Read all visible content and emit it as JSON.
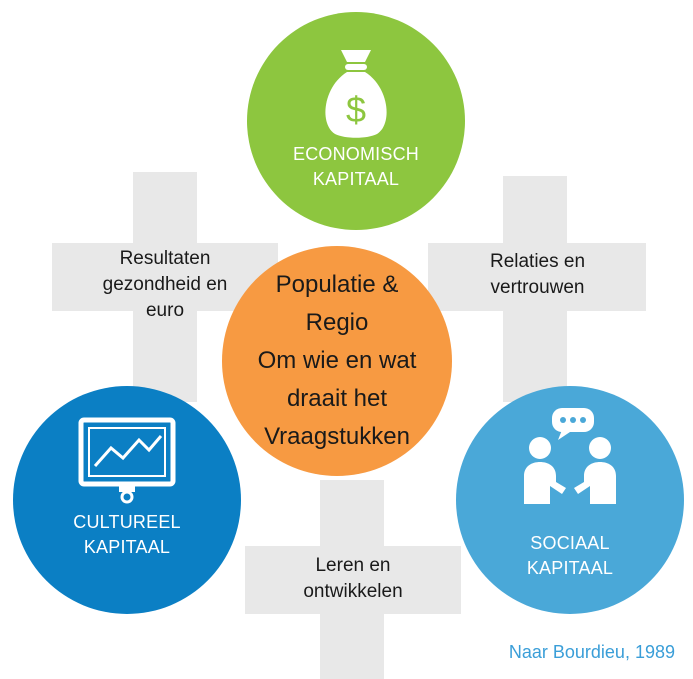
{
  "colors": {
    "economic": "#8dc63f",
    "cultural": "#0b7fc4",
    "social": "#4aa8d8",
    "center": "#f79a42",
    "cross": "#e8e8e8",
    "source": "#3a9ed8"
  },
  "economic": {
    "icon": "money-bag-icon",
    "glyph": "$",
    "line1": "ECONOMISCH",
    "line2": "KAPITAAL"
  },
  "cultural": {
    "icon": "monitor-chart-icon",
    "line1": "CULTUREEL",
    "line2": "KAPITAAL"
  },
  "social": {
    "icon": "people-talking-icon",
    "line1": "SOCIAAL",
    "line2": "KAPITAAL"
  },
  "center": {
    "lines": [
      "Populatie &",
      "Regio",
      "Om wie en wat",
      "draait het",
      "Vraagstukken"
    ]
  },
  "labels": {
    "left": [
      "Resultaten",
      "gezondheid en",
      "euro"
    ],
    "right": [
      "Relaties en",
      "vertrouwen"
    ],
    "bottom": [
      "Leren en",
      "ontwikkelen"
    ]
  },
  "source": "Naar Bourdieu, 1989"
}
